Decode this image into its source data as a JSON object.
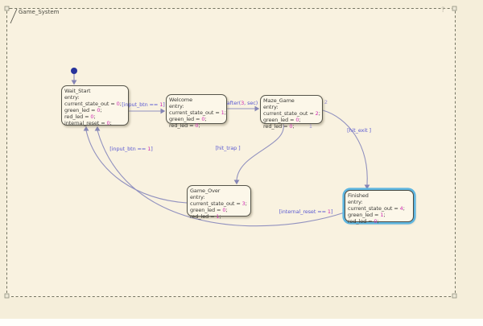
{
  "app": {
    "chart_name": "Game_System",
    "hint_glyph": "?"
  },
  "colors": {
    "background_outer": "#f5eeda",
    "background_chart": "#f9f2e0",
    "state_fill": "#fcf7e9",
    "state_border": "#56554a",
    "number_literal": "#cf2bb1",
    "transition_label": "#5a5ad2",
    "transition_line": "#9191bf",
    "selection_highlight": "#5fb6e0",
    "initial_dot": "#27339b"
  },
  "states": {
    "wait_start": {
      "title": "Wait_Start",
      "entry": "entry:",
      "lines": [
        {
          "pre": "current_state_out = ",
          "num": "0",
          "post": ";"
        },
        {
          "pre": "green_led = ",
          "num": "0",
          "post": ";"
        },
        {
          "pre": "red_led = ",
          "num": "0",
          "post": ";"
        },
        {
          "pre": "internal_reset = ",
          "num": "0",
          "post": ";"
        }
      ]
    },
    "welcome": {
      "title": "Welcome",
      "entry": "entry:",
      "lines": [
        {
          "pre": "current_state_out = ",
          "num": "1",
          "post": ";"
        },
        {
          "pre": "green_led = ",
          "num": "0",
          "post": ";"
        },
        {
          "pre": "red_led = ",
          "num": "0",
          "post": ";"
        }
      ]
    },
    "maze_game": {
      "title": "Maze_Game",
      "entry": "entry:",
      "lines": [
        {
          "pre": "current_state_out = ",
          "num": "2",
          "post": ";"
        },
        {
          "pre": "green_led = ",
          "num": "0",
          "post": ";"
        },
        {
          "pre": "red_led = ",
          "num": "0",
          "post": ";"
        }
      ]
    },
    "game_over": {
      "title": "Game_Over",
      "entry": "entry:",
      "lines": [
        {
          "pre": "current_state_out = ",
          "num": "3",
          "post": ";"
        },
        {
          "pre": "green_led = ",
          "num": "0",
          "post": ";"
        },
        {
          "pre": "red_led = ",
          "num": "1",
          "post": ";"
        }
      ]
    },
    "finished": {
      "title": "Finished",
      "entry": "entry:",
      "lines": [
        {
          "pre": "current_state_out = ",
          "num": "4",
          "post": ";"
        },
        {
          "pre": "green_led = ",
          "num": "1",
          "post": ";"
        },
        {
          "pre": "red_led = ",
          "num": "0",
          "post": ";"
        }
      ]
    }
  },
  "transitions": {
    "wait_to_welcome": {
      "pre": "[input_btn == ",
      "num": "1",
      "post": "]"
    },
    "welcome_to_maze": {
      "pre": "after(",
      "num": "3",
      "post": ", sec)"
    },
    "hit_trap": {
      "label": "[hit_trap ]"
    },
    "hit_exit": {
      "label": "[hit_exit ]"
    },
    "gameover_to_wait": {
      "pre": "[input_btn == ",
      "num": "1",
      "post": "]"
    },
    "finished_to_wait": {
      "pre": "[internal_reset == ",
      "num": "1",
      "post": "]"
    },
    "order_badge_trap": "1",
    "order_badge_exit": "2"
  }
}
